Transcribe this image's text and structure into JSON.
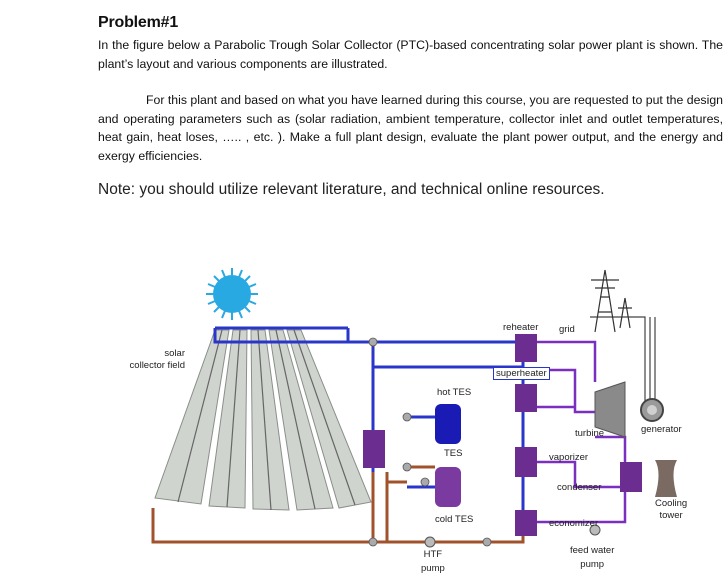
{
  "problem": {
    "title": "Problem#1",
    "intro": "In the figure below a Parabolic Trough Solar Collector (PTC)-based concentrating solar power plant is shown. The plant’s layout and various components are illustrated.",
    "task": "For this plant and based on what you have learned during this course, you are requested to put the design and operating parameters such as (solar radiation, ambient temperature, collector inlet and outlet temperatures, heat gain, heat loses, ….. , etc. ). Make a full plant design, evaluate the plant power output, and the energy and exergy efficiencies.",
    "note": "Note: you should utilize relevant literature, and technical online resources."
  },
  "figure": {
    "labels": {
      "solar_collector_field": "solar\ncollector field",
      "hot_tes": "hot TES",
      "tes": "TES",
      "cold_tes": "cold TES",
      "htf_pump": "HTF\npump",
      "reheater": "reheater",
      "grid": "grid",
      "superheater": "superheater",
      "turbine": "turbine",
      "generator": "generator",
      "vaporizer": "vaporizer",
      "condenser": "condenser",
      "cooling_tower": "Cooling\ntower",
      "economizer": "economizer",
      "feed_water_pump": "feed water\npump"
    },
    "colors": {
      "hot_pipe": "#2a35c9",
      "cold_pipe": "#a0522d",
      "steam_pipe": "#7b2fbf",
      "hot_tank": "#1a1ab5",
      "cold_tank": "#7a3aa0",
      "sun": "#29a9e1",
      "heat_exchanger": "#6b2d8f"
    }
  }
}
